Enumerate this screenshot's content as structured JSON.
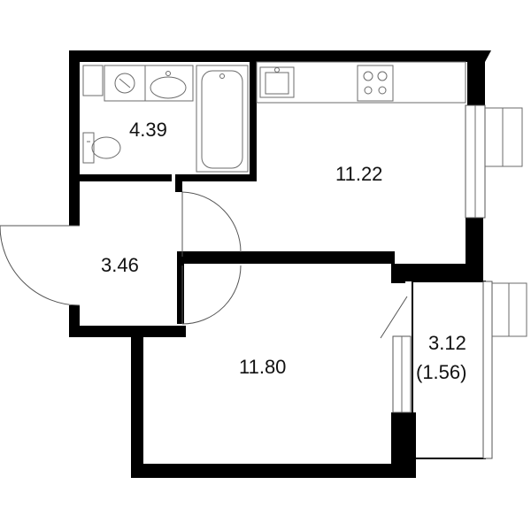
{
  "plan": {
    "rooms": [
      {
        "id": "bathroom",
        "area": "4.39"
      },
      {
        "id": "kitchen",
        "area": "11.22"
      },
      {
        "id": "hallway",
        "area": "3.46"
      },
      {
        "id": "bedroom",
        "area": "11.80"
      },
      {
        "id": "balcony",
        "area": "3.12",
        "area_reduced": "(1.56)"
      }
    ]
  }
}
